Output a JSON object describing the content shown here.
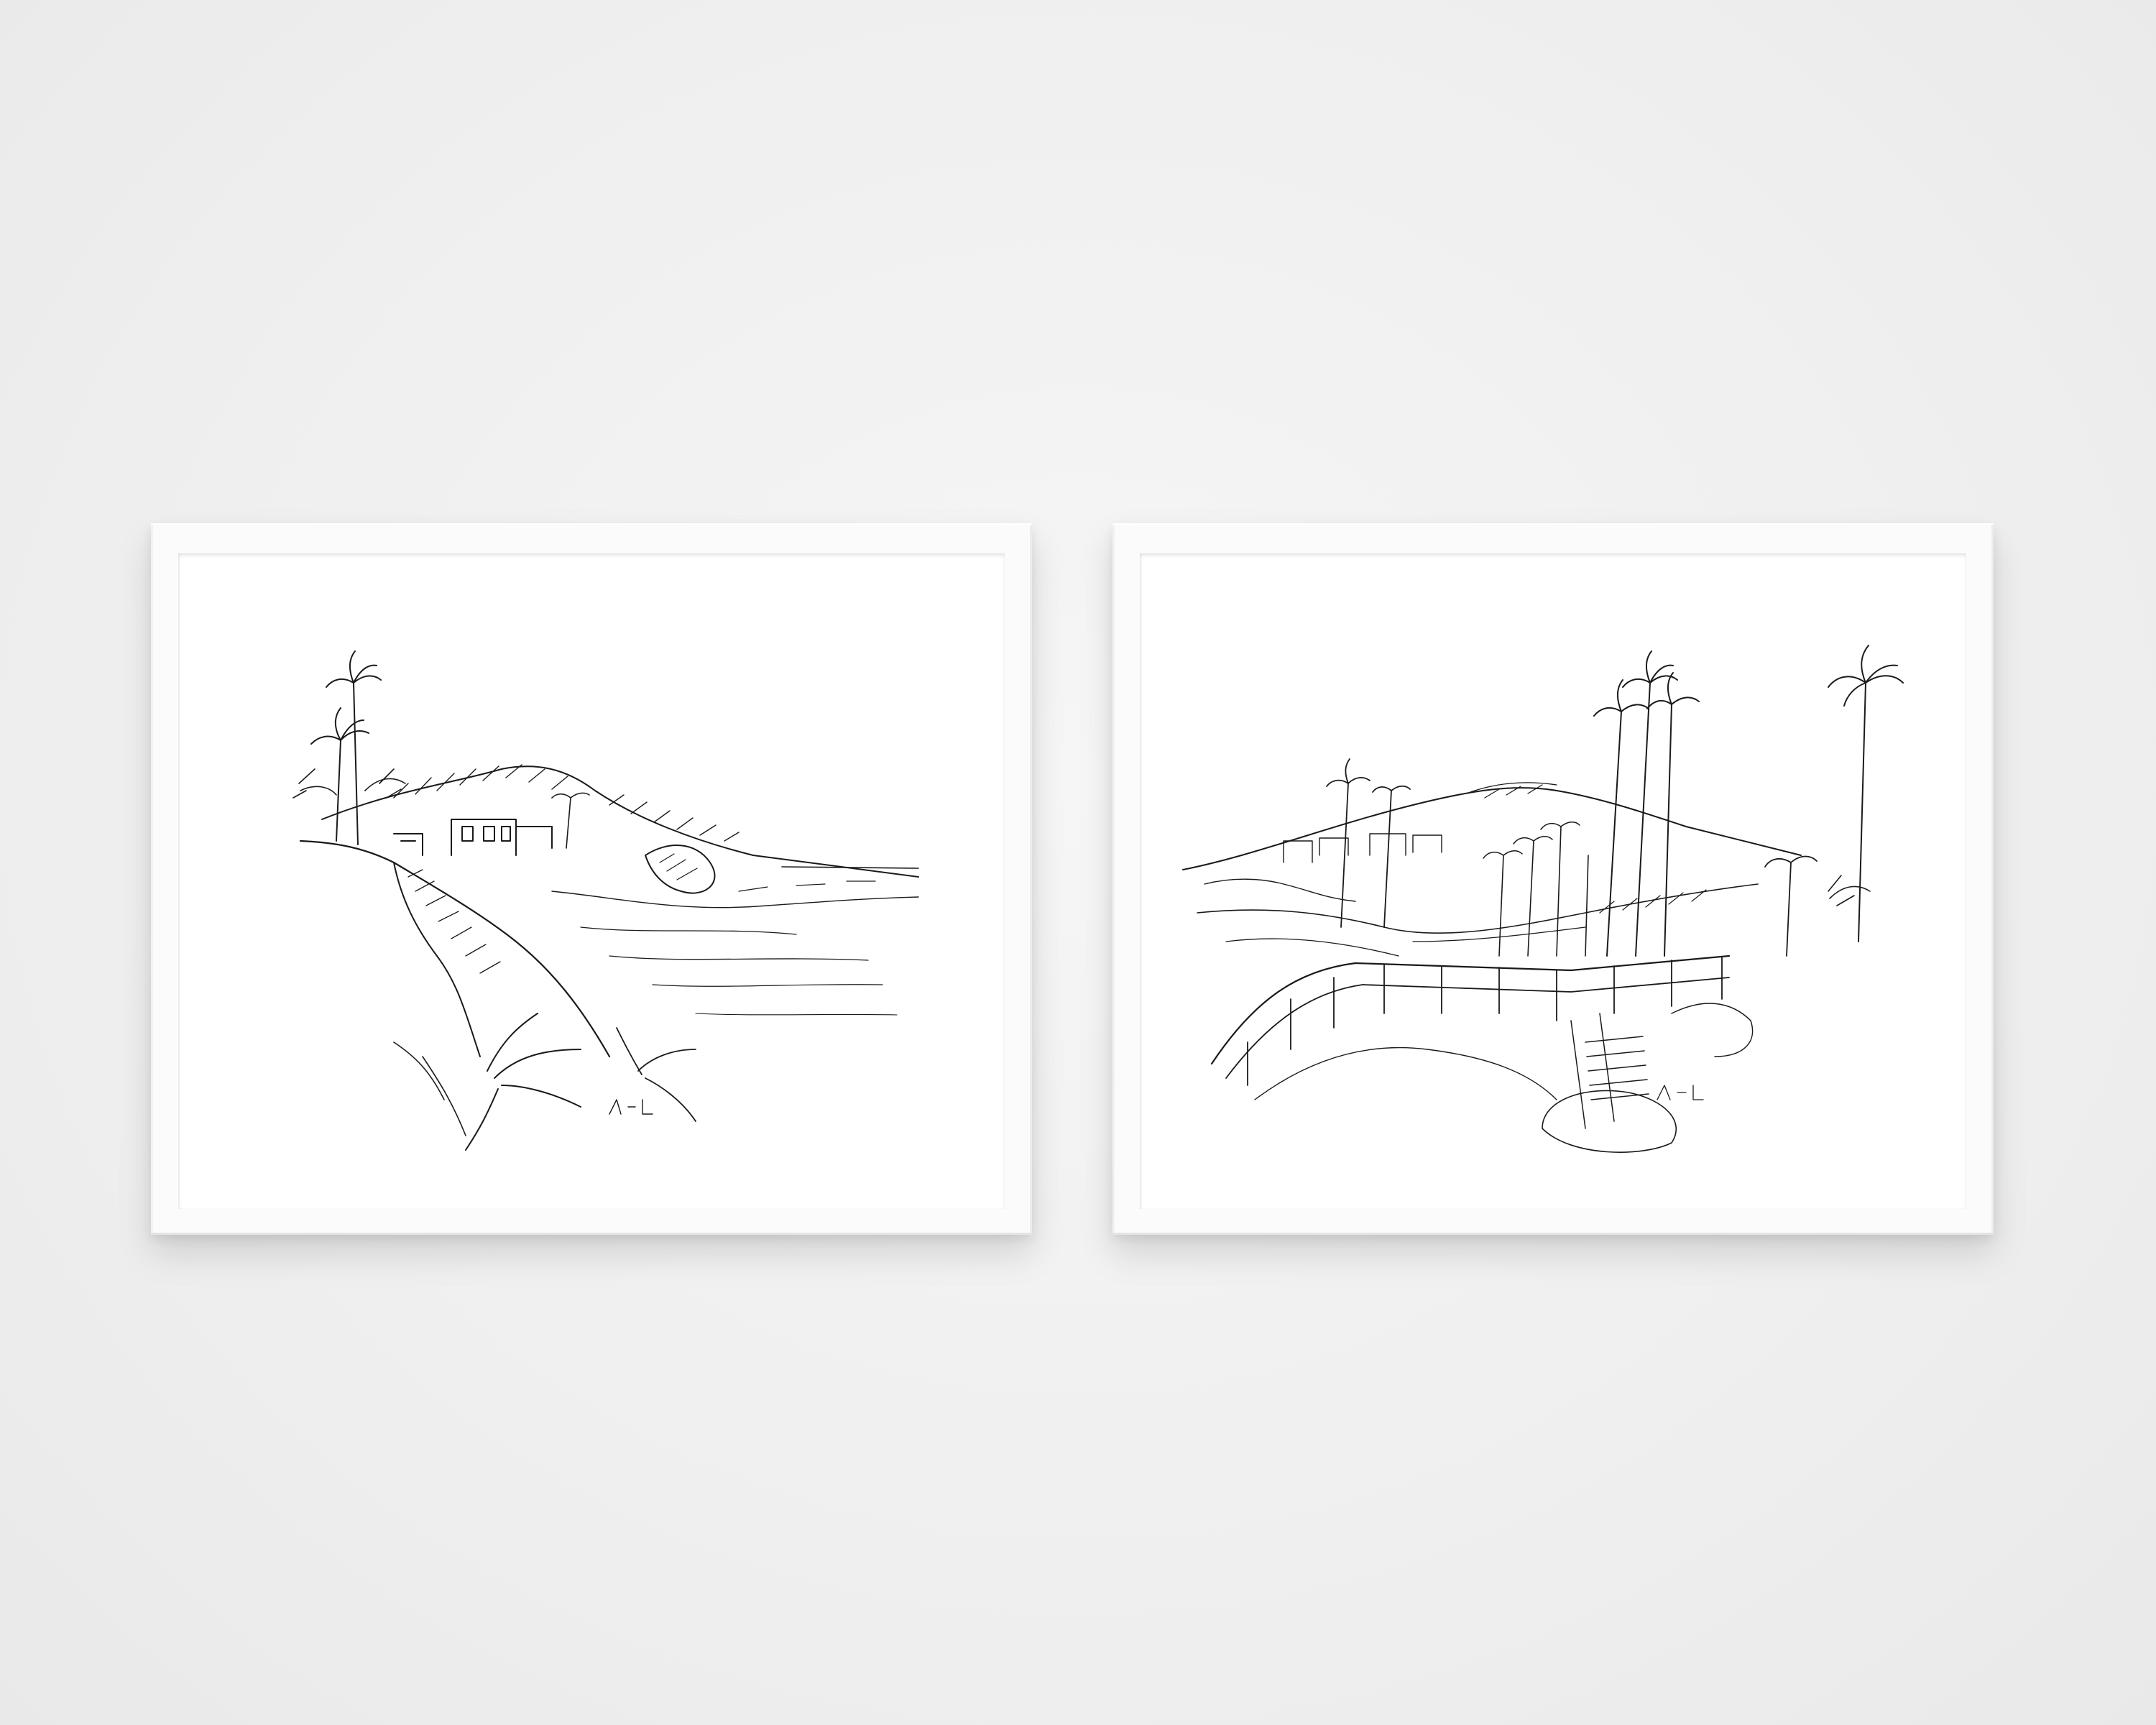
{
  "scene": {
    "colors": {
      "wall": "#f1f1f1",
      "frame": "#fbfbfb",
      "paper": "#ffffff",
      "ink": "#1a1a1a"
    },
    "prints": [
      {
        "id": "left",
        "subject": "coastal-cliff-sketch"
      },
      {
        "id": "right",
        "subject": "coastal-walkway-sketch"
      }
    ]
  }
}
